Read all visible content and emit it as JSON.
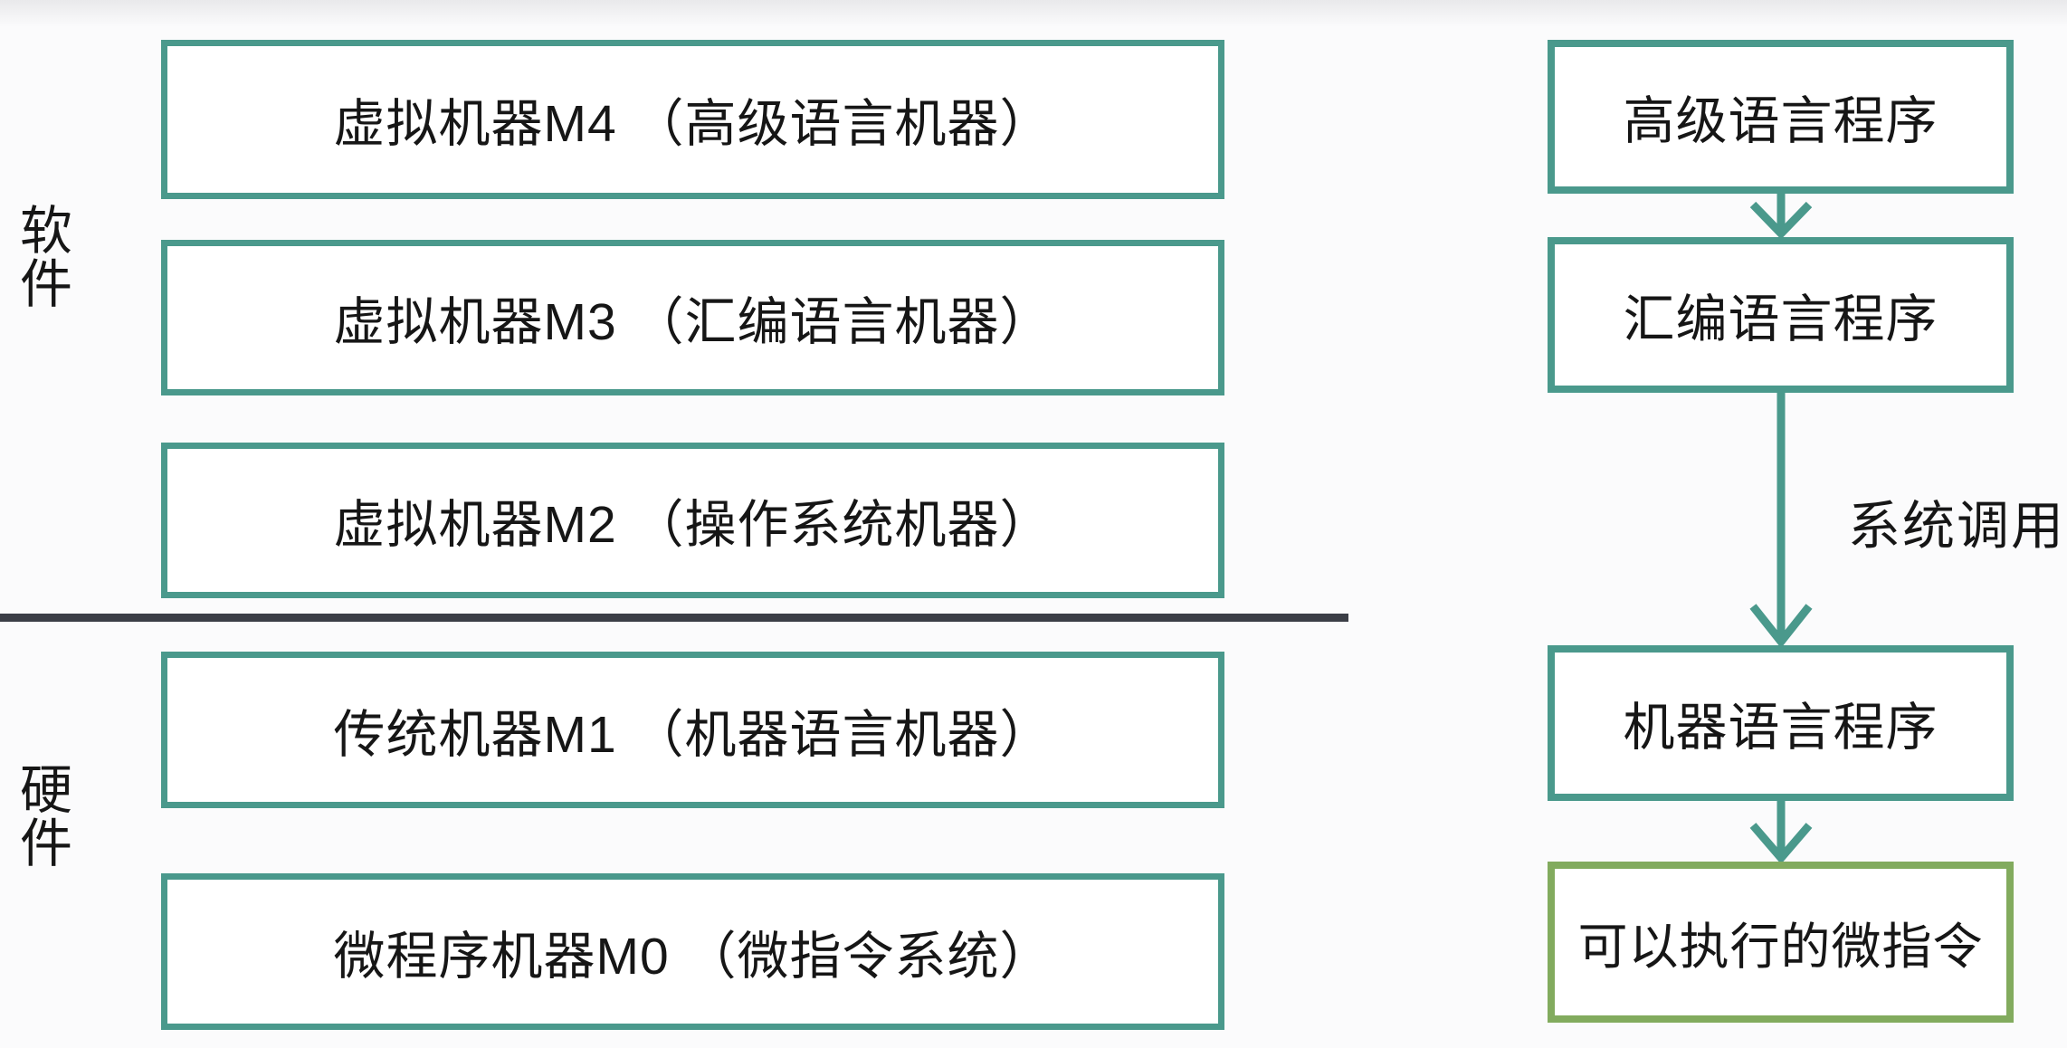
{
  "colors": {
    "teal": "#4a998c",
    "green": "#82ab5e",
    "separator": "#3b3e46",
    "text": "#161616",
    "bg": "#fbfbfc"
  },
  "left_section": {
    "software_label": "软\n件",
    "hardware_label": "硬\n件",
    "boxes": [
      {
        "label": "虚拟机器M4 （高级语言机器）"
      },
      {
        "label": "虚拟机器M3 （汇编语言机器）"
      },
      {
        "label": "虚拟机器M2 （操作系统机器）"
      },
      {
        "label": "传统机器M1 （机器语言机器）"
      },
      {
        "label": "微程序机器M0 （微指令系统）"
      }
    ]
  },
  "right_section": {
    "boxes": [
      {
        "label": "高级语言程序"
      },
      {
        "label": "汇编语言程序"
      },
      {
        "label": "机器语言程序"
      },
      {
        "label": "可以执行的微指令"
      }
    ],
    "arrow_label": "系统调用"
  },
  "icons": {
    "down_arrow": "↓"
  }
}
